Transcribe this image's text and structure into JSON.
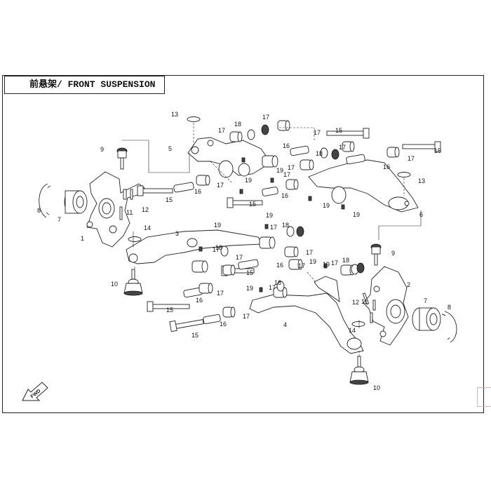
{
  "title": "前悬架/ FRONT SUSPENSION",
  "fwd_label": "FWD",
  "callouts": {
    "knuckle_left": "1",
    "knuckle_right": "2",
    "upper_arm_left": "3",
    "lower_arm": "4",
    "upper_frame_left": "5",
    "upper_frame_right": "6",
    "bearing_left": "7",
    "bearing_right": "7",
    "circlip_left": "8",
    "circlip_right": "8",
    "ball_joint_upper_left": "9",
    "ball_joint_upper_right": "9",
    "ball_joint_lower_left": "10",
    "ball_joint_lower_right": "10",
    "pin_left": "11",
    "pin_right": "11",
    "nut_left": "12",
    "nut_right": "12",
    "ring_top": "13",
    "ring_right": "13",
    "ring_left_arm": "14",
    "ring_right_arm": "14",
    "bolt_top": "15",
    "bolt_top_right": "15",
    "bolt_left_frame": "15",
    "bolt_mid": "15",
    "bolt_lower": "15",
    "bolt_bottom": "15",
    "sleeve_a": "16",
    "sleeve_b": "16",
    "sleeve_c": "16",
    "sleeve_d": "16",
    "sleeve_e": "16",
    "sleeve_f": "16",
    "sleeve_g": "16",
    "bushing_a": "17",
    "bushing_b": "17",
    "bushing_c": "17",
    "bushing_d": "17",
    "bushing_e": "17",
    "bushing_f": "17",
    "bushing_g": "17",
    "bushing_h": "17",
    "bushing_i": "17",
    "bushing_j": "17",
    "bushing_k": "17",
    "bushing_l": "17",
    "bushing_m": "17",
    "bushing_n": "17",
    "bushing_o": "17",
    "bushing_p": "17",
    "washer_a": "18",
    "washer_b": "18",
    "washer_c": "18",
    "washer_d": "18",
    "washer_e": "18",
    "washer_f": "18",
    "fitting_a": "19",
    "fitting_b": "19",
    "fitting_c": "19",
    "fitting_d": "19",
    "fitting_e": "19",
    "fitting_f": "19",
    "fitting_g": "19",
    "fitting_h": "19",
    "fitting_i": "19"
  }
}
